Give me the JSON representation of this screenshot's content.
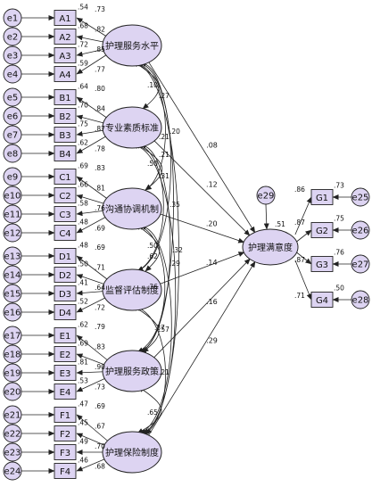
{
  "colors": {
    "node_fill": "#ddd4f2",
    "line": "#222222"
  },
  "constructs": [
    {
      "name": "护理服务水平",
      "indicators": [
        {
          "error": "e1",
          "label": "A1",
          "r2": ".54",
          "loading": ".73"
        },
        {
          "error": "e2",
          "label": "A2",
          "r2": ".68",
          "loading": ".82"
        },
        {
          "error": "e3",
          "label": "A3",
          "r2": ".72",
          "loading": ".85"
        },
        {
          "error": "e4",
          "label": "A4",
          "r2": ".59",
          "loading": ".77"
        }
      ],
      "path": ".08"
    },
    {
      "name": "专业素质标准",
      "indicators": [
        {
          "error": "e5",
          "label": "B1",
          "r2": ".64",
          "loading": ".80"
        },
        {
          "error": "e6",
          "label": "B2",
          "r2": ".70",
          "loading": ".84"
        },
        {
          "error": "e7",
          "label": "B3",
          "r2": ".75",
          "loading": ".87"
        },
        {
          "error": "e8",
          "label": "B4",
          "r2": ".62",
          "loading": ".78"
        }
      ],
      "path": ".12"
    },
    {
      "name": "沟通协调机制",
      "indicators": [
        {
          "error": "e9",
          "label": "C1",
          "r2": ".69",
          "loading": ".83"
        },
        {
          "error": "e10",
          "label": "C2",
          "r2": ".66",
          "loading": ".81"
        },
        {
          "error": "e11",
          "label": "C3",
          "r2": ".58",
          "loading": ".76"
        },
        {
          "error": "e12",
          "label": "C4",
          "r2": ".48",
          "loading": ".69"
        }
      ],
      "path": ".20"
    },
    {
      "name": "监督评估制度",
      "indicators": [
        {
          "error": "e13",
          "label": "D1",
          "r2": ".48",
          "loading": ".69"
        },
        {
          "error": "e14",
          "label": "D2",
          "r2": ".50",
          "loading": ".71"
        },
        {
          "error": "e15",
          "label": "D3",
          "r2": ".41",
          "loading": ".64"
        },
        {
          "error": "e16",
          "label": "D4",
          "r2": ".52",
          "loading": ".72"
        }
      ],
      "path": ".14"
    },
    {
      "name": "护理服务政策",
      "indicators": [
        {
          "error": "e17",
          "label": "E1",
          "r2": ".62",
          "loading": ".79"
        },
        {
          "error": "e18",
          "label": "E2",
          "r2": ".69",
          "loading": ".83"
        },
        {
          "error": "e19",
          "label": "E3",
          "r2": ".81",
          "loading": ".90"
        },
        {
          "error": "e20",
          "label": "E4",
          "r2": ".53",
          "loading": ".73"
        }
      ],
      "path": ".16"
    },
    {
      "name": "护理保险制度",
      "indicators": [
        {
          "error": "e21",
          "label": "F1",
          "r2": ".47",
          "loading": ".69"
        },
        {
          "error": "e22",
          "label": "F2",
          "r2": ".45",
          "loading": ".67"
        },
        {
          "error": "e23",
          "label": "F3",
          "r2": ".49",
          "loading": ".70"
        },
        {
          "error": "e24",
          "label": "F4",
          "r2": ".46",
          "loading": ".68"
        }
      ],
      "path": ".29"
    }
  ],
  "outcome": {
    "name": "护理满意度",
    "error": "e29",
    "r2": ".51",
    "indicators": [
      {
        "error": "e25",
        "label": "G1",
        "r2": ".73",
        "loading": ".86"
      },
      {
        "error": "e26",
        "label": "G2",
        "r2": ".75",
        "loading": ".87"
      },
      {
        "error": "e27",
        "label": "G3",
        "r2": ".76",
        "loading": ".87"
      },
      {
        "error": "e28",
        "label": "G4",
        "r2": ".50",
        "loading": ".71"
      }
    ]
  },
  "covariances": [
    ".10",
    ".27",
    ".21",
    ".50",
    ".31",
    ".35",
    ".21",
    ".32",
    ".50",
    ".62",
    ".29",
    ".36",
    ".57",
    ".37",
    ".65",
    ".21",
    ".20"
  ]
}
